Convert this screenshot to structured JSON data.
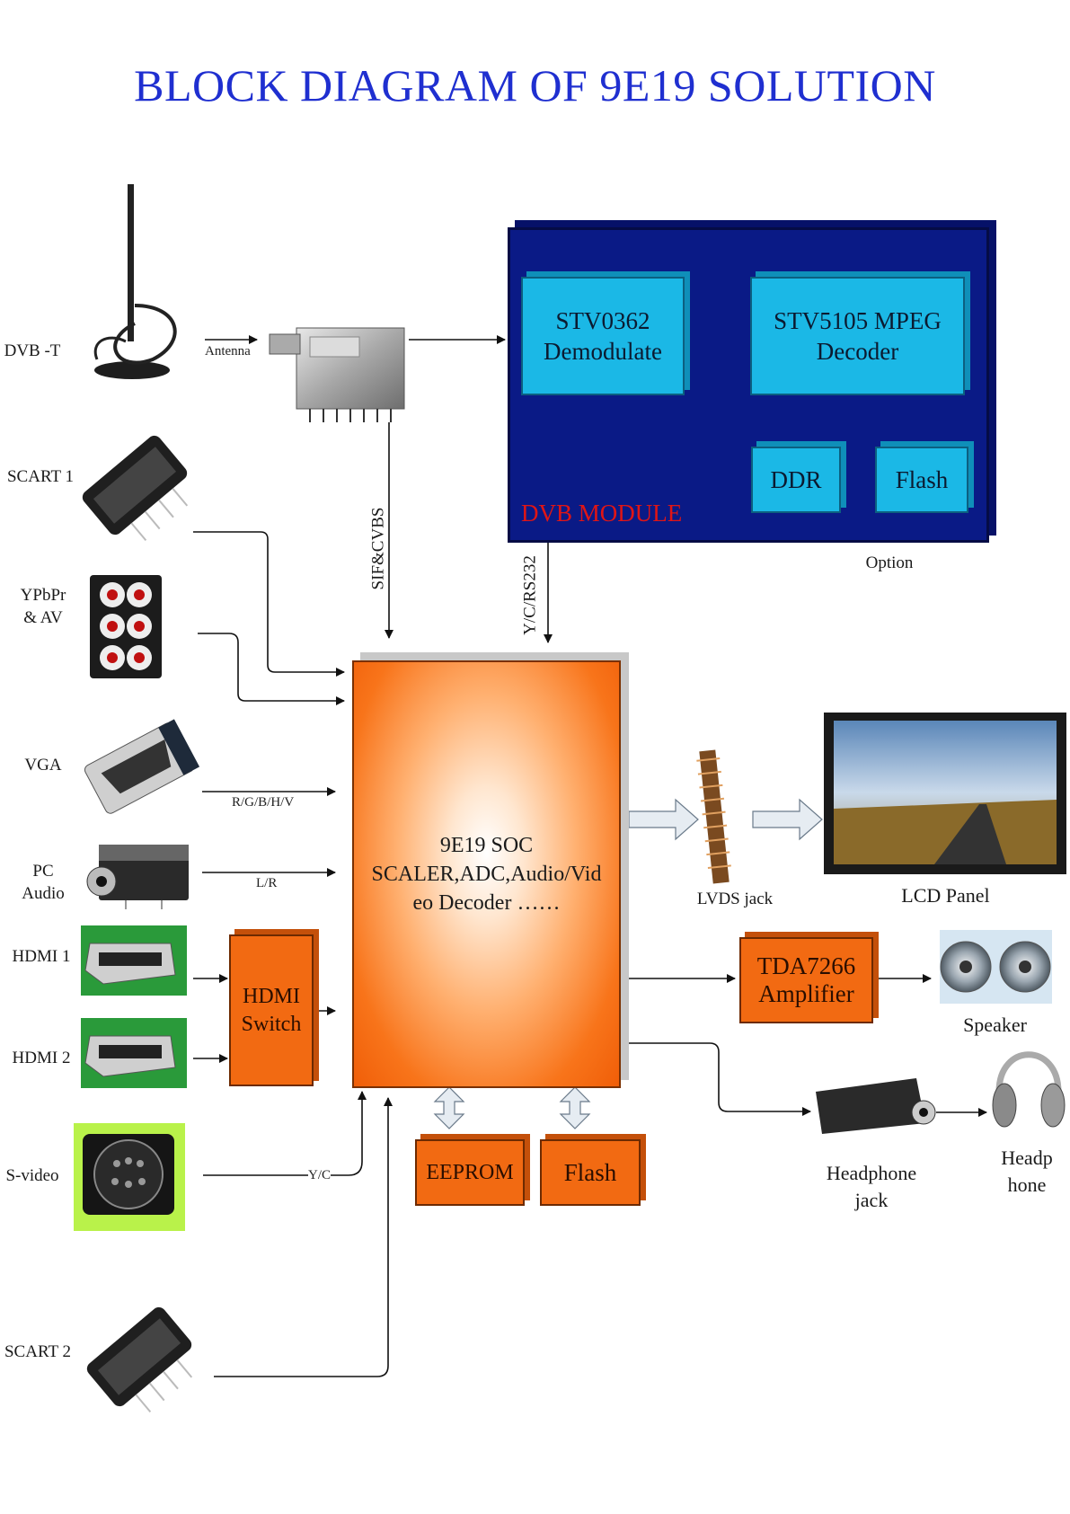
{
  "title": "BLOCK DIAGRAM OF 9E19 SOLUTION",
  "inputs": {
    "dvbt": "DVB -T",
    "scart1": "SCART 1",
    "ypbpr_line1": "YPbPr",
    "ypbpr_line2": "& AV",
    "vga": "VGA",
    "pc_audio_line1": "PC",
    "pc_audio_line2": "Audio",
    "hdmi1": "HDMI 1",
    "hdmi2": "HDMI 2",
    "svideo": "S-video",
    "scart2": "SCART 2"
  },
  "signals": {
    "antenna": "Antenna",
    "sif_cvbs": "SIF&CVBS",
    "y_c_rs232": "Y/C/RS232",
    "rgbhv": "R/G/B/H/V",
    "lr": "L/R",
    "yc": "Y/C"
  },
  "dvb_module": {
    "label": "DVB MODULE",
    "demod_line1": "STV0362",
    "demod_line2": "Demodulate",
    "mpeg_line1": "STV5105 MPEG",
    "mpeg_line2": "Decoder",
    "ddr": "DDR",
    "flash": "Flash",
    "option": "Option"
  },
  "soc": {
    "line1": "9E19 SOC",
    "line2": "SCALER,ADC,Audio/Vid",
    "line3": "eo Decoder ……"
  },
  "hdmi_switch": {
    "line1": "HDMI",
    "line2": "Switch"
  },
  "eeprom": "EEPROM",
  "flash2": "Flash",
  "outputs": {
    "lvds_jack": "LVDS jack",
    "lcd_panel": "LCD Panel",
    "amp_line1": "TDA7266",
    "amp_line2": "Amplifier",
    "speaker": "Speaker",
    "hp_jack_line1": "Headphone",
    "hp_jack_line2": "jack",
    "headphone_line1": "Headp",
    "headphone_line2": "hone"
  },
  "colors": {
    "title": "#1f2fd0",
    "dvb_module_bg": "#0a1a86",
    "chip_cyan": "#1bb8e6",
    "chip_orange": "#f26a12",
    "dvb_label": "#e01515"
  }
}
